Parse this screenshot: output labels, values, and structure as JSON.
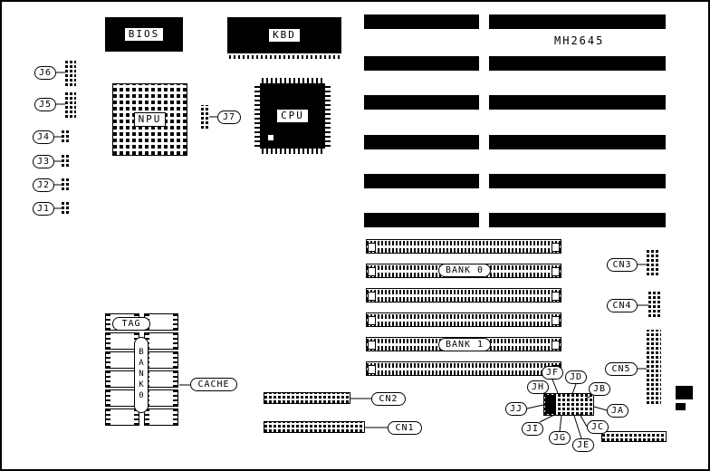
{
  "board": {
    "model": "MH2645"
  },
  "colors": {
    "ink": "#000000",
    "paper": "#ffffff"
  },
  "chips": {
    "bios": "BIOS",
    "kbd": "KBD",
    "npu": "NPU",
    "cpu": "CPU"
  },
  "memory": {
    "bank0_label": "BANK 0",
    "bank1_label": "BANK 1"
  },
  "cache": {
    "tag_label": "TAG",
    "bank_label": "BANK0",
    "cache_label": "CACHE"
  },
  "connectors": {
    "j1": "J1",
    "j2": "J2",
    "j3": "J3",
    "j4": "J4",
    "j5": "J5",
    "j6": "J6",
    "j7": "J7",
    "cn1": "CN1",
    "cn2": "CN2",
    "cn3": "CN3",
    "cn4": "CN4",
    "cn5": "CN5"
  },
  "jumpers": {
    "ja": "JA",
    "jb": "JB",
    "jc": "JC",
    "jd": "JD",
    "je": "JE",
    "jf": "JF",
    "jg": "JG",
    "jh": "JH",
    "ji": "JI",
    "jj": "JJ"
  }
}
